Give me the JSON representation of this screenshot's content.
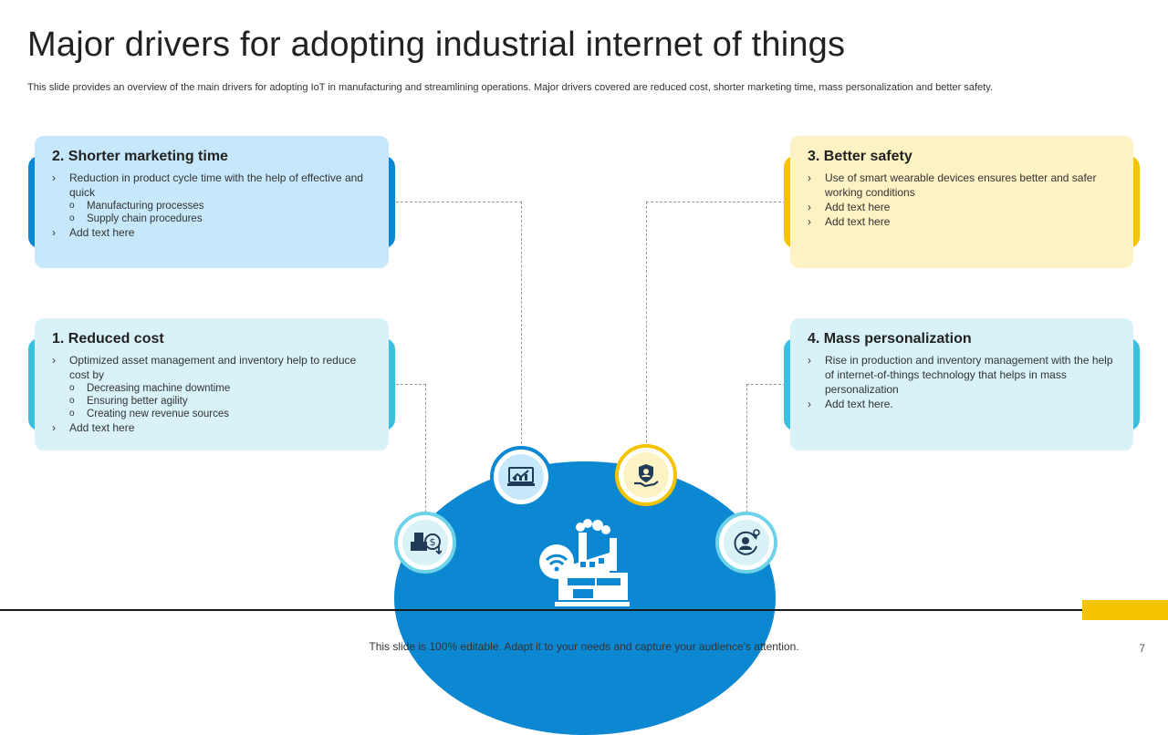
{
  "header": {
    "title": "Major drivers for adopting industrial internet of things",
    "subtitle": "This slide provides an overview of the main drivers for adopting IoT in manufacturing and streamlining operations. Major drivers covered are reduced cost, shorter marketing time, mass personalization and better safety."
  },
  "cards": {
    "shorter_marketing": {
      "title": "2. Shorter marketing time",
      "b1": "Reduction in product cycle time with the help of effective and quick",
      "s1": "Manufacturing processes",
      "s2": "Supply chain procedures",
      "b2": "Add text here"
    },
    "reduced_cost": {
      "title": "1. Reduced cost",
      "b1": "Optimized asset management and inventory help to reduce cost by",
      "s1": "Decreasing machine downtime",
      "s2": "Ensuring better agility",
      "s3": "Creating new revenue sources",
      "b2": "Add text here"
    },
    "better_safety": {
      "title": "3. Better safety",
      "b1": "Use of smart wearable devices ensures better and safer working conditions",
      "b2": "Add text here",
      "b3": "Add text here"
    },
    "mass_personalization": {
      "title": "4. Mass personalization",
      "b1": "Rise in production and inventory management with the help of internet-of-things technology that helps in mass personalization",
      "b2": "Add text here."
    }
  },
  "markers": {
    "bullet": "›",
    "sub": "o"
  },
  "icons": {
    "reduced_cost": "cost-reduction-icon",
    "shorter_marketing": "marketing-chart-icon",
    "better_safety": "safety-shield-hand-icon",
    "mass_personalization": "personalization-user-icon",
    "center": "smart-factory-wifi-icon"
  },
  "colors": {
    "blue_card": "#c7e8fb",
    "blue_tab": "#0c87d2",
    "cyan_card": "#d8f2f8",
    "cyan_tab": "#3cc0df",
    "yellow_card": "#fdf2c4",
    "yellow_tab": "#f5c400",
    "dome": "#0c87d2",
    "accent_bar": "#f5c400"
  },
  "footer": {
    "text": "This slide is 100% editable. Adapt it to your needs and capture your audience's attention.",
    "page": "7"
  }
}
